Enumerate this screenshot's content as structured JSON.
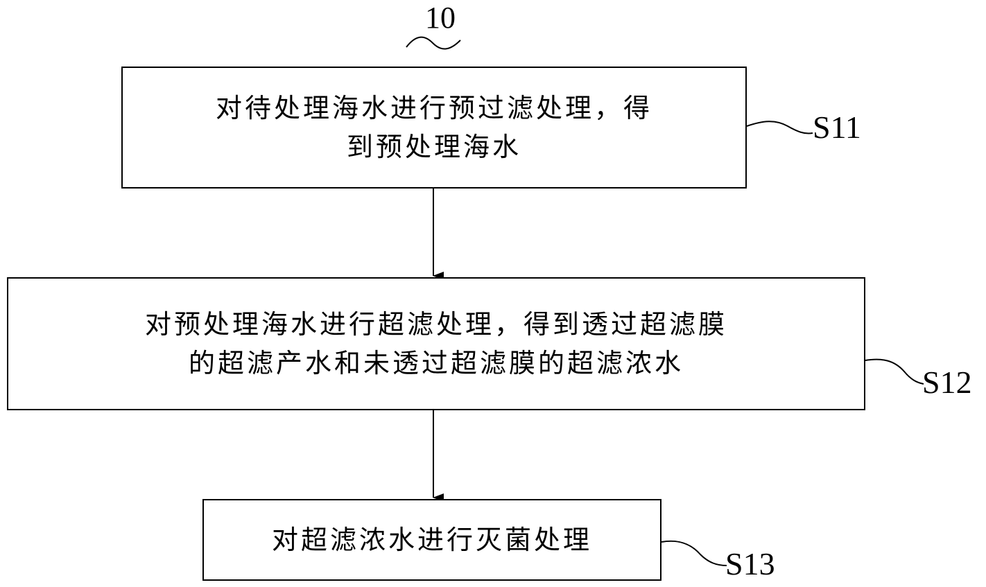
{
  "figure": {
    "number": "10"
  },
  "steps": [
    {
      "id": "S11",
      "label": "S11",
      "text": "对待处理海水进行预过滤处理，得\n到预处理海水"
    },
    {
      "id": "S12",
      "label": "S12",
      "text": "对预处理海水进行超滤处理，得到透过超滤膜\n的超滤产水和未透过超滤膜的超滤浓水"
    },
    {
      "id": "S13",
      "label": "S13",
      "text": "对超滤浓水进行灭菌处理"
    }
  ],
  "colors": {
    "line": "#000000",
    "background": "#ffffff"
  }
}
